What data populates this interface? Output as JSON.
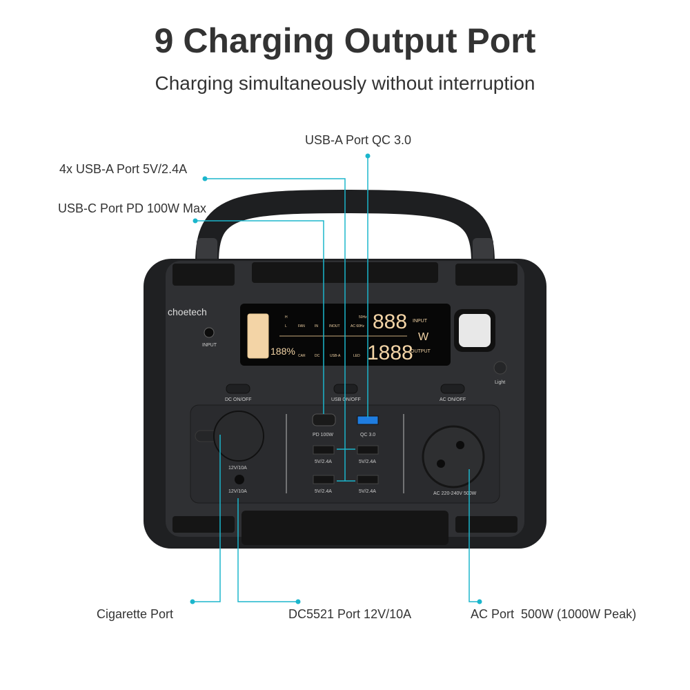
{
  "header": {
    "title": "9 Charging Output Port",
    "subtitle": "Charging simultaneously without interruption"
  },
  "callouts": {
    "usb_a_qc": "USB-A Port QC 3.0",
    "usb_a_4x": "4x USB-A Port 5V/2.4A",
    "usb_c": "USB-C Port PD 100W Max",
    "cigarette": "Cigarette Port",
    "dc5521": "DC5521 Port 12V/10A",
    "ac": "AC Port  500W (1000W Peak)"
  },
  "device": {
    "brand": "choetech",
    "input_label": "INPUT",
    "light_label": "Light",
    "buttons": {
      "dc": "DC ON/OFF",
      "usb": "USB ON/OFF",
      "ac": "AC ON/OFF"
    },
    "display": {
      "battery_pct": "188%",
      "input_value": "888",
      "output_value": "1888",
      "input_label": "INPUT",
      "output_label": "OUTPUT",
      "unit": "W",
      "icons": {
        "fan": "FAN",
        "in": "IN",
        "inout": "INOUT",
        "ac": "AC 60Hz",
        "hz50": "50Hz",
        "car": "CAR",
        "dc": "DC",
        "usba": "USB-A",
        "led": "LED",
        "high": "H",
        "low": "L"
      }
    },
    "ports": {
      "pd": "PD 100W",
      "qc": "QC 3.0",
      "usb1": "5V/2.4A",
      "usb2": "5V/2.4A",
      "usb3": "5V/2.4A",
      "usb4": "5V/2.4A",
      "car": "12V/10A",
      "dc": "12V/10A",
      "ac": "AC 220-240V 500W"
    }
  },
  "colors": {
    "accent": "#1bb6cc",
    "body": "#2c2d30",
    "lcd": "#f3d4a6"
  }
}
